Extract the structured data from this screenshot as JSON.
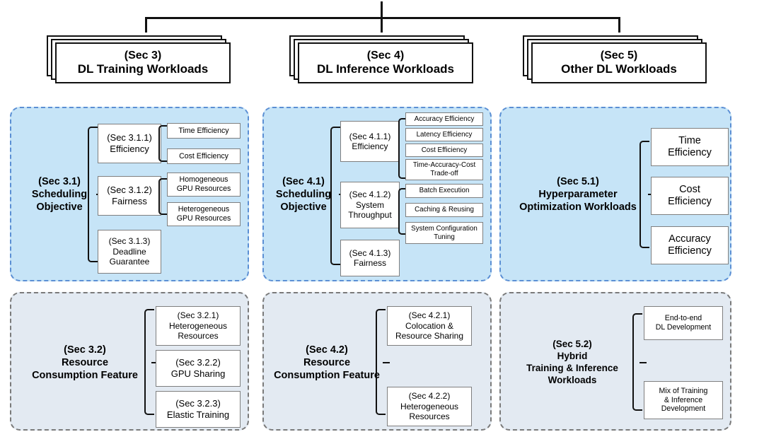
{
  "diagram": {
    "title": "Taxonomy of DL workload scheduling research",
    "root_connector": "bracket-three-way"
  },
  "headers": [
    {
      "sec": "(Sec 3)",
      "title": "DL Training Workloads"
    },
    {
      "sec": "(Sec 4)",
      "title": "DL Inference Workloads"
    },
    {
      "sec": "(Sec 5)",
      "title": "Other DL Workloads"
    }
  ],
  "panels": {
    "sec31": {
      "parent": [
        "(Sec 3.1)",
        "Scheduling",
        "Objective"
      ],
      "children": [
        {
          "lines": [
            "(Sec 3.1.1)",
            "Efficiency"
          ],
          "leaves": [
            {
              "lines": [
                "Time Efficiency"
              ]
            },
            {
              "lines": [
                "Cost Efficiency"
              ]
            }
          ]
        },
        {
          "lines": [
            "(Sec 3.1.2)",
            "Fairness"
          ],
          "leaves": [
            {
              "lines": [
                "Homogeneous",
                "GPU Resources"
              ]
            },
            {
              "lines": [
                "Heterogeneous",
                "GPU Resources"
              ]
            }
          ]
        },
        {
          "lines": [
            "(Sec 3.1.3)",
            "Deadline",
            "Guarantee"
          ],
          "leaves": []
        }
      ]
    },
    "sec41": {
      "parent": [
        "(Sec 4.1)",
        "Scheduling",
        "Objective"
      ],
      "children": [
        {
          "lines": [
            "(Sec 4.1.1)",
            "Efficiency"
          ],
          "leaves": [
            {
              "lines": [
                "Accuracy Efficiency"
              ]
            },
            {
              "lines": [
                "Latency Efficiency"
              ]
            },
            {
              "lines": [
                "Cost Efficiency"
              ]
            },
            {
              "lines": [
                "Time-Accuracy-Cost",
                "Trade-off"
              ]
            }
          ]
        },
        {
          "lines": [
            "(Sec 4.1.2)",
            "System",
            "Throughput"
          ],
          "leaves": [
            {
              "lines": [
                "Batch Execution"
              ]
            },
            {
              "lines": [
                "Caching & Reusing"
              ]
            },
            {
              "lines": [
                "System Configuration",
                "Tuning"
              ]
            }
          ]
        },
        {
          "lines": [
            "(Sec 4.1.3)",
            "Fairness"
          ],
          "leaves": []
        }
      ]
    },
    "sec51": {
      "parent": [
        "(Sec 5.1)",
        "Hyperparameter",
        "Optimization Workloads"
      ],
      "leaves": [
        {
          "lines": [
            "Time",
            "Efficiency"
          ]
        },
        {
          "lines": [
            "Cost",
            "Efficiency"
          ]
        },
        {
          "lines": [
            "Accuracy",
            "Efficiency"
          ]
        }
      ]
    },
    "sec32": {
      "parent": [
        "(Sec 3.2)",
        "Resource",
        "Consumption Feature"
      ],
      "leaves": [
        {
          "lines": [
            "(Sec 3.2.1)",
            "Heterogeneous",
            "Resources"
          ]
        },
        {
          "lines": [
            "(Sec 3.2.2)",
            "GPU Sharing"
          ]
        },
        {
          "lines": [
            "(Sec 3.2.3)",
            "Elastic Training"
          ]
        }
      ]
    },
    "sec42": {
      "parent": [
        "(Sec 4.2)",
        "Resource",
        "Consumption Feature"
      ],
      "leaves": [
        {
          "lines": [
            "(Sec 4.2.1)",
            "Colocation &",
            "Resource Sharing"
          ]
        },
        {
          "lines": [
            "(Sec 4.2.2)",
            "Heterogeneous",
            "Resources"
          ]
        }
      ]
    },
    "sec52": {
      "parent": [
        "(Sec 5.2)",
        "Hybrid",
        "Training & Inference",
        "Workloads"
      ],
      "leaves": [
        {
          "lines": [
            "End-to-end",
            "DL Development"
          ]
        },
        {
          "lines": [
            "Mix of Training",
            "& Inference",
            "Development"
          ]
        }
      ]
    }
  },
  "colors": {
    "panel_top_fill": "#c6e4f7",
    "panel_top_border": "#5b8fd4",
    "panel_bottom_fill": "#e3eaf2",
    "panel_bottom_border": "#7a7a7a",
    "node_border": "#7f7f7f",
    "node_fill": "#ffffff",
    "line": "#111111"
  }
}
